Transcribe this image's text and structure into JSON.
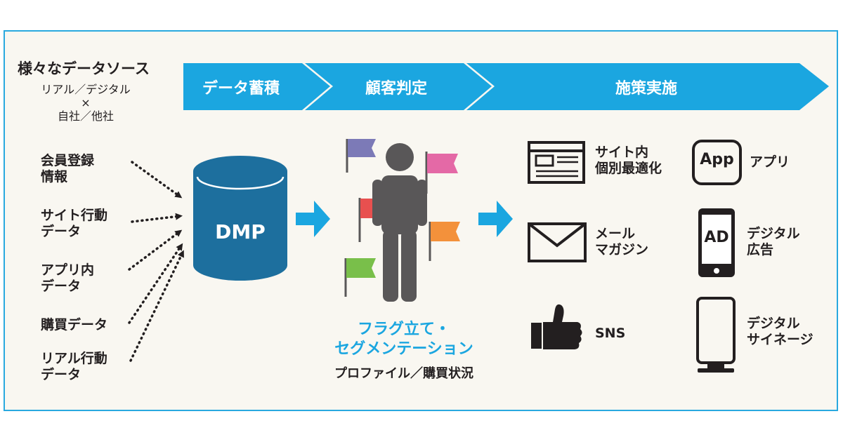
{
  "sources": {
    "title": "様々なデータソース",
    "subtitle": "リアル／デジタル\n×\n自社／他社",
    "items": [
      "会員登録\n情報",
      "サイト行動\nデータ",
      "アプリ内\nデータ",
      "購買データ",
      "リアル行動\nデータ"
    ]
  },
  "stages": [
    "データ蓄積",
    "顧客判定",
    "施策実施"
  ],
  "dmp": {
    "label": "DMP"
  },
  "flagging": {
    "title": "フラグ立て・\nセグメンテーション",
    "subtitle": "プロファイル／購買状況"
  },
  "actions": [
    {
      "label": "サイト内\n個別最適化",
      "icon": "browser-window-icon"
    },
    {
      "label": "アプリ",
      "icon": "app-icon",
      "icon_text": "App"
    },
    {
      "label": "メール\nマガジン",
      "icon": "envelope-icon"
    },
    {
      "label": "デジタル\n広告",
      "icon": "smartphone-ad-icon",
      "icon_text": "AD"
    },
    {
      "label": "SNS",
      "icon": "thumbs-up-icon"
    },
    {
      "label": "デジタル\nサイネージ",
      "icon": "signage-icon"
    }
  ],
  "colors": {
    "accent_blue": "#1ba6e0",
    "dmp_blue": "#1d6f9e",
    "frame_border": "#29a9df",
    "background": "#f9f7f1",
    "person_gray": "#595758",
    "flag_purple": "#7c7ab7",
    "flag_pink": "#e469a6",
    "flag_red": "#e8504f",
    "flag_orange": "#f3913b",
    "flag_green": "#79bf4a"
  }
}
